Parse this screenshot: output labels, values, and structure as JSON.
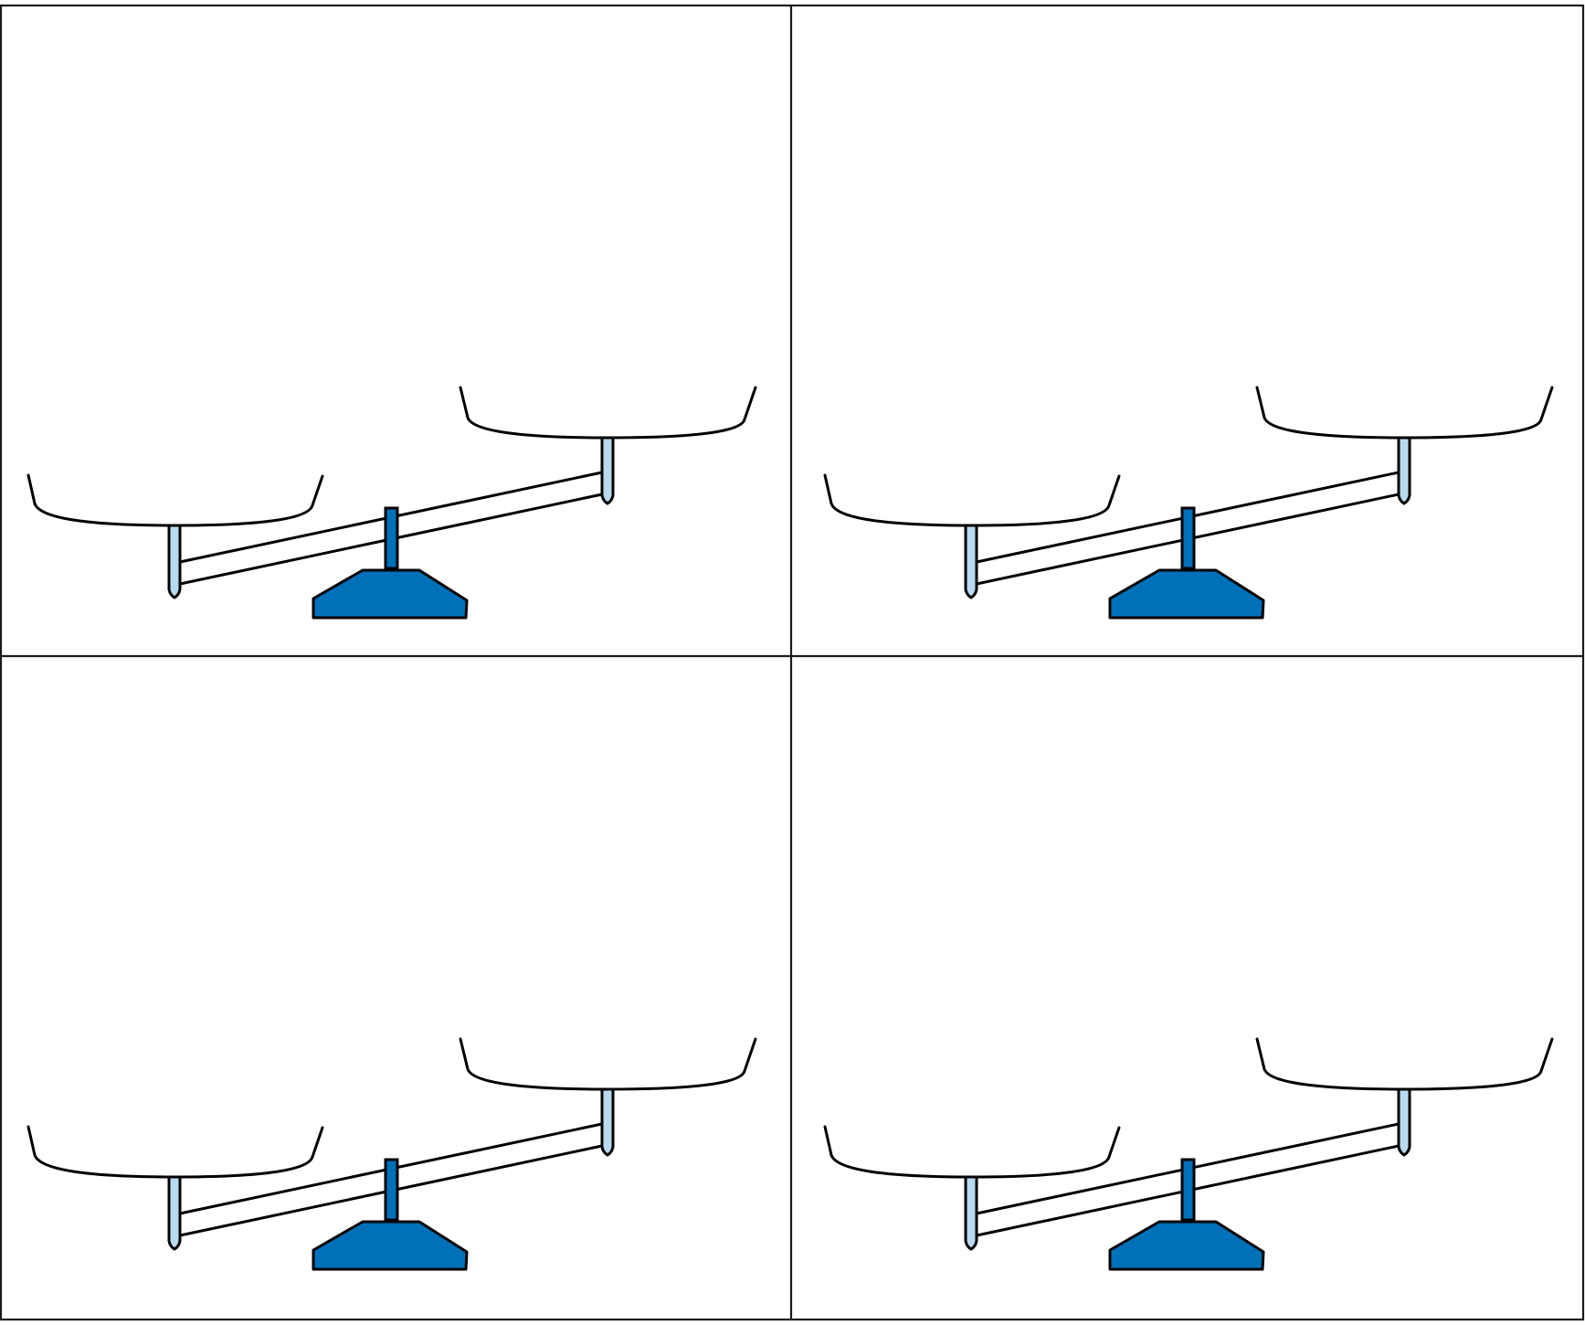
{
  "figure": {
    "panel_count": 4,
    "layout": "2x2 grid",
    "colors": {
      "base": "#0071B9",
      "post": "#0071B9",
      "pan_stem": "#B8DAF0",
      "outline": "#000000",
      "background": "#FFFFFF"
    },
    "scales": [
      {
        "tilt": "left-pan-lower",
        "left_pan": "empty",
        "right_pan": "empty"
      },
      {
        "tilt": "left-pan-lower",
        "left_pan": "empty",
        "right_pan": "empty"
      },
      {
        "tilt": "left-pan-lower",
        "left_pan": "empty",
        "right_pan": "empty"
      },
      {
        "tilt": "left-pan-lower",
        "left_pan": "empty",
        "right_pan": "empty"
      }
    ]
  }
}
